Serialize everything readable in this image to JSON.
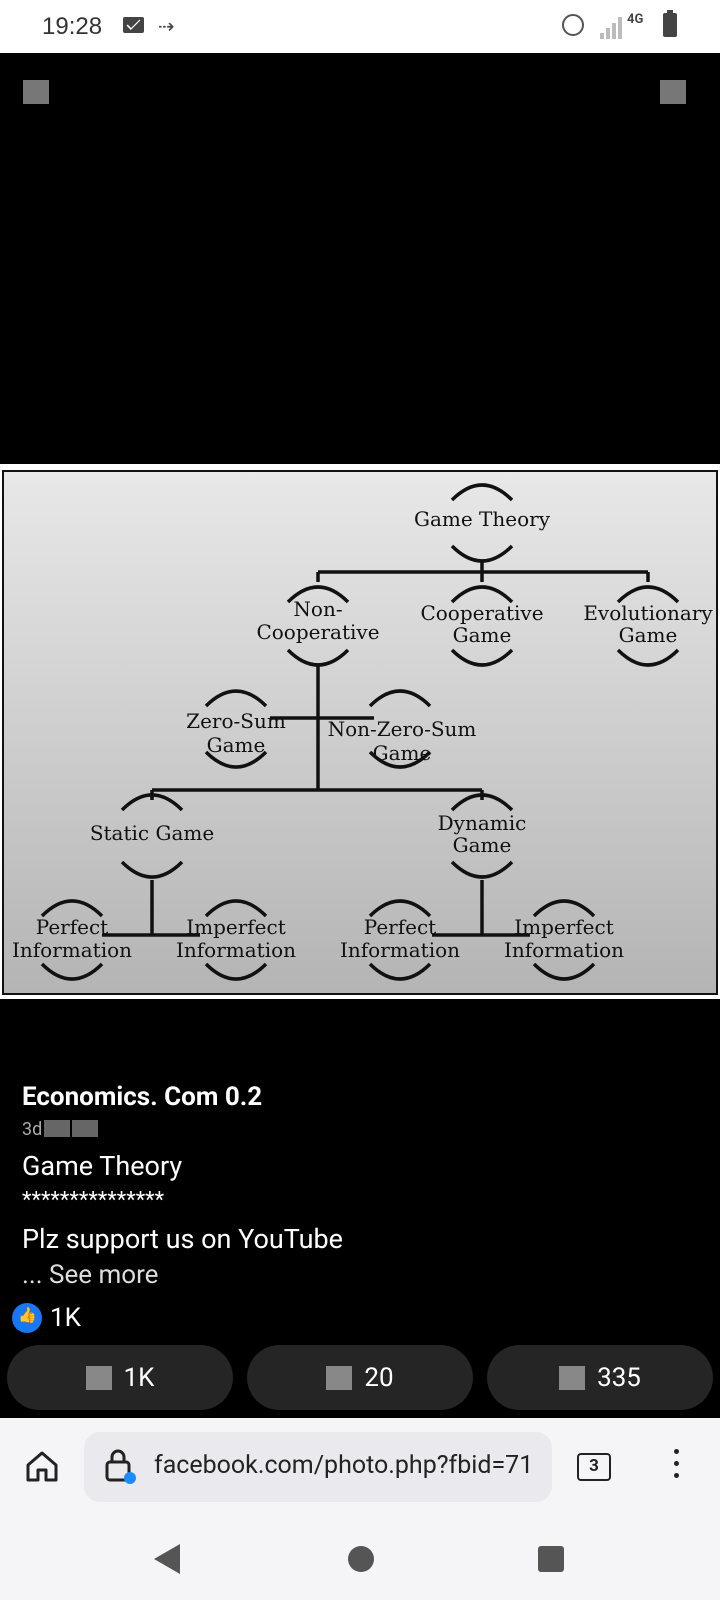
{
  "status_bar": {
    "time": "19:28",
    "network": "4G"
  },
  "post": {
    "page_name": "Economics. Com 0.2",
    "time_ago": "3d",
    "caption_lines": [
      "Game Theory",
      "***************",
      "Plz support us on YouTube"
    ],
    "see_more": "... See more",
    "reaction_count": "1K"
  },
  "diagram": {
    "root": "Game Theory",
    "noncoop_1": "Non-",
    "noncoop_2": "Cooperative",
    "coop_1": "Cooperative",
    "coop_2": "Game",
    "evo_1": "Evolutionary",
    "evo_2": "Game",
    "zerosum_1": "Zero-Sum",
    "zerosum_2": "Game",
    "nonzero_1": "Non-Zero-Sum",
    "nonzero_2": "Game",
    "static": "Static Game",
    "dynamic_1": "Dynamic",
    "dynamic_2": "Game",
    "perfect_1": "Perfect",
    "imperfect_1": "Imperfect",
    "information": "Information"
  },
  "actions": {
    "like_count": "1K",
    "comment_count": "20",
    "share_count": "335"
  },
  "browser": {
    "url": "facebook.com/photo.php?fbid=71",
    "tab_count": "3"
  }
}
